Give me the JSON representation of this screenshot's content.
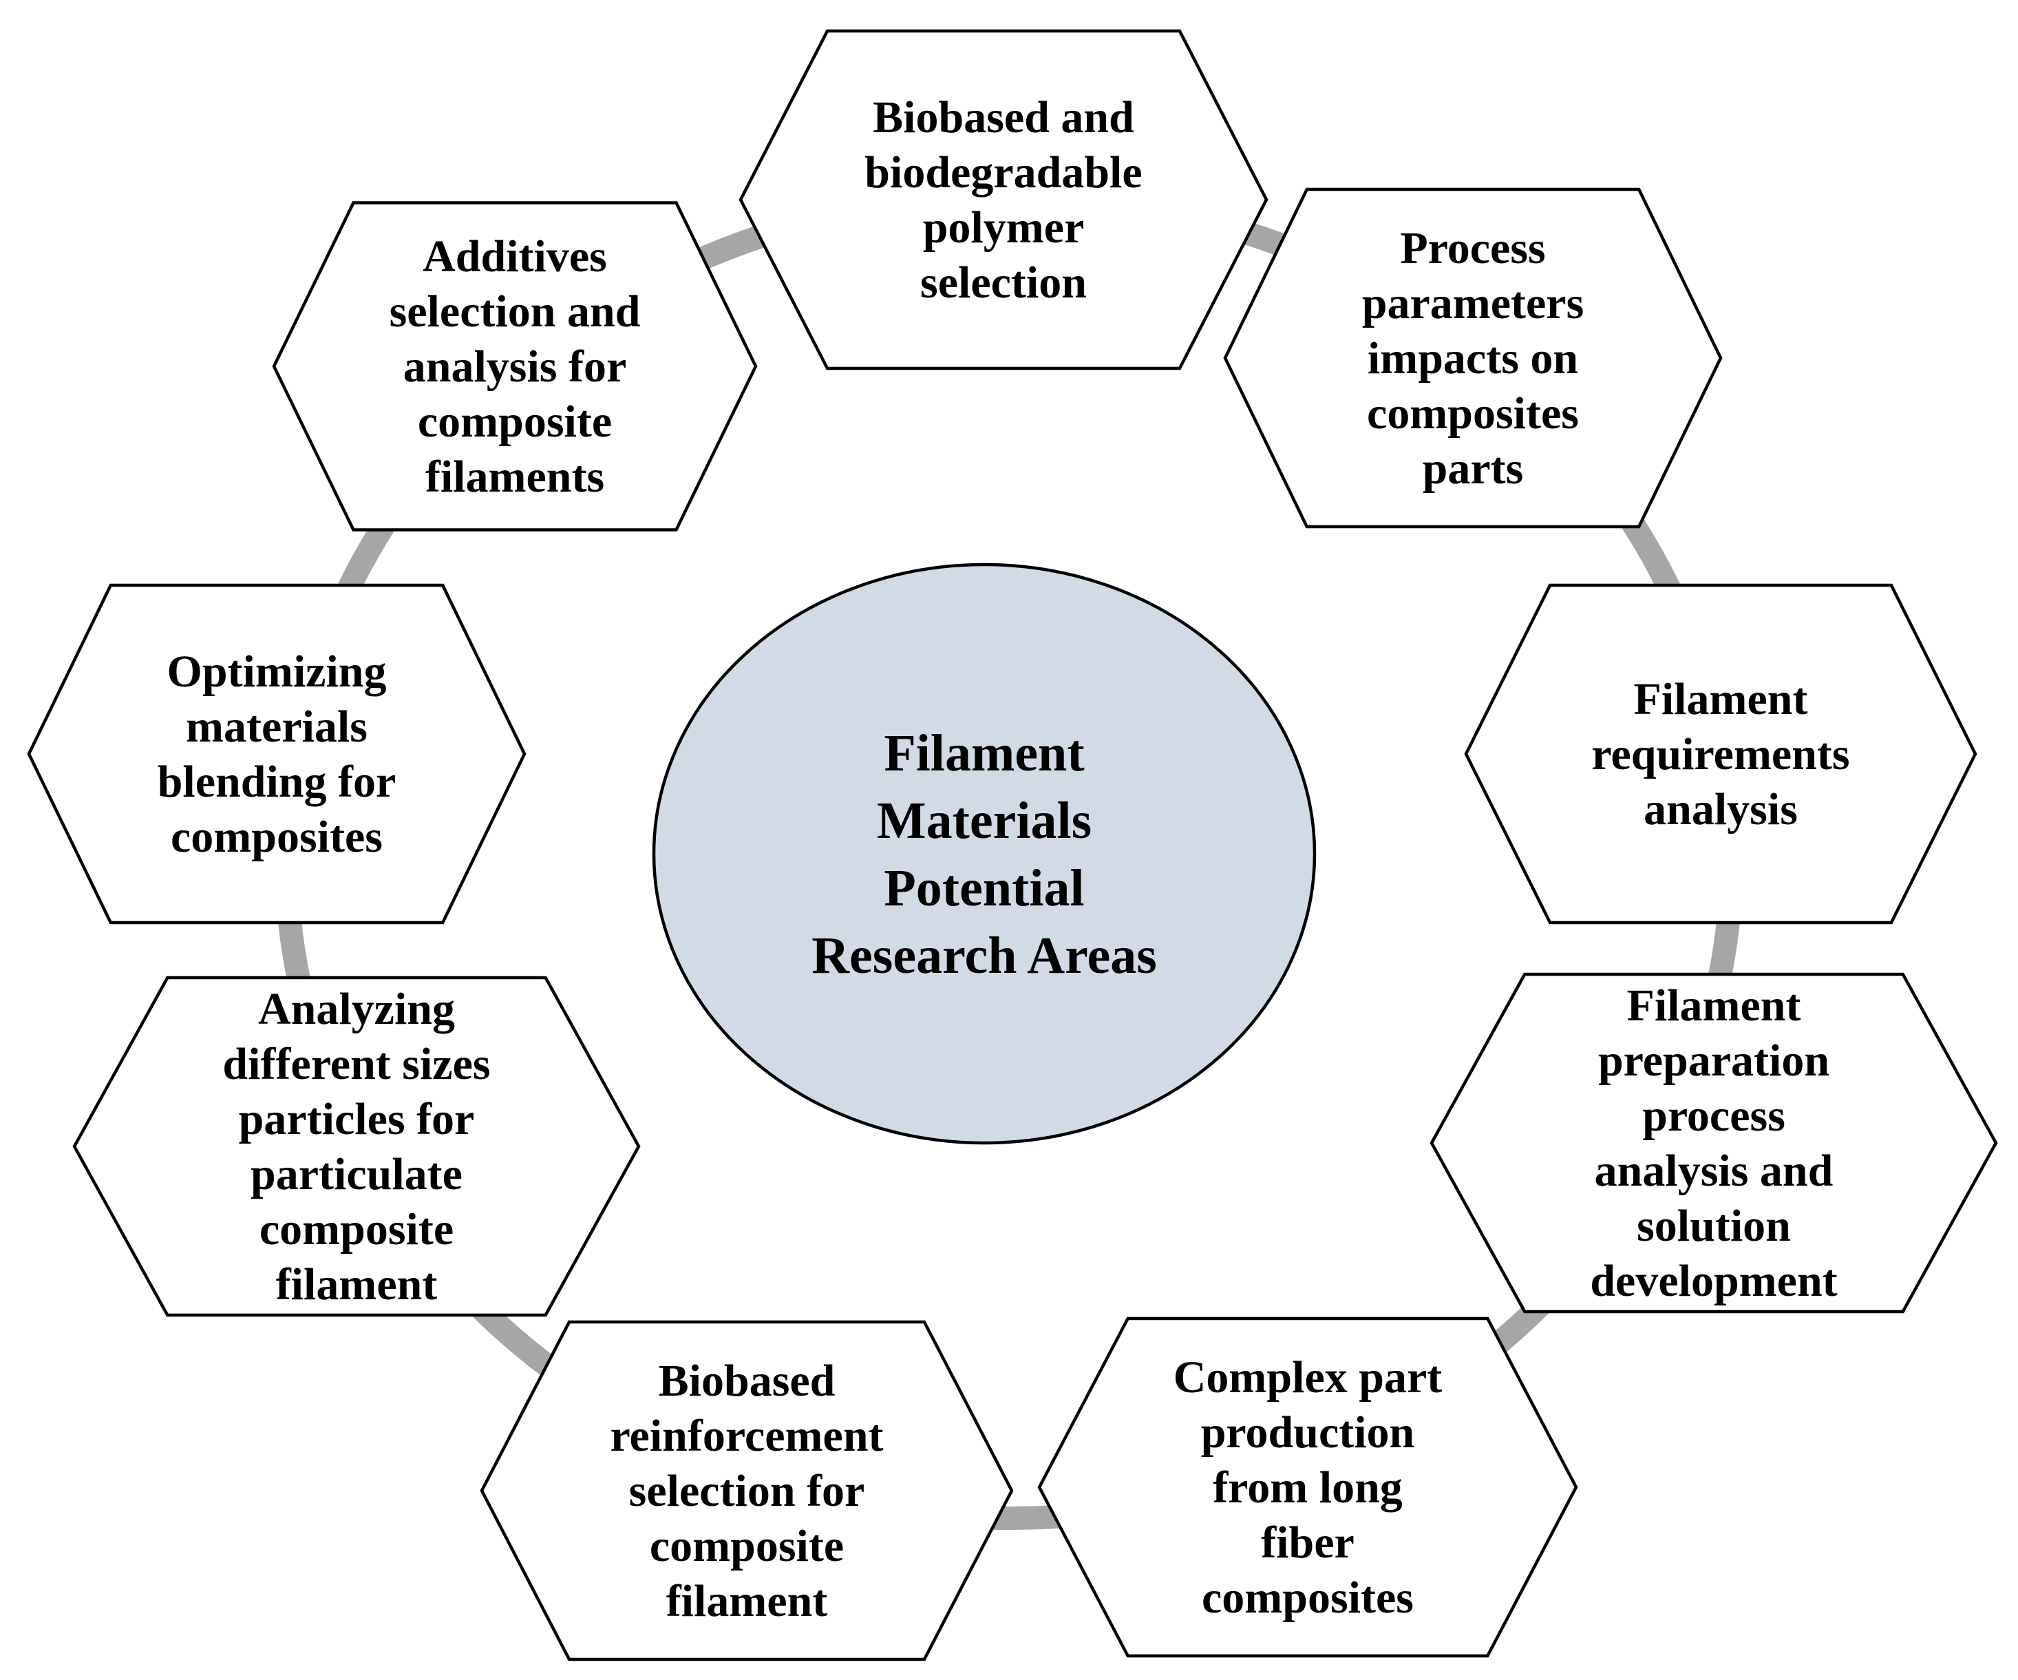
{
  "center": {
    "lines": [
      "Filament",
      "Materials",
      "Potential",
      "Research Areas"
    ],
    "fill": "#d2dbe5"
  },
  "connector_color": "#a6a6a6",
  "nodes": [
    {
      "id": "biobased-polymer-selection",
      "lines": [
        "Biobased and",
        "biodegradable",
        "polymer",
        "selection"
      ]
    },
    {
      "id": "process-parameters-impacts",
      "lines": [
        "Process",
        "parameters",
        "impacts on",
        "composites",
        "parts"
      ]
    },
    {
      "id": "filament-requirements-analysis",
      "lines": [
        "Filament",
        "requirements",
        "analysis"
      ]
    },
    {
      "id": "filament-preparation-process",
      "lines": [
        "Filament",
        "preparation",
        "process",
        "analysis and",
        "solution",
        "development"
      ]
    },
    {
      "id": "complex-part-production",
      "lines": [
        "Complex part",
        "production",
        "from long",
        "fiber",
        "composites"
      ]
    },
    {
      "id": "biobased-reinforcement-selection",
      "lines": [
        "Biobased",
        "reinforcement",
        "selection for",
        "composite",
        "filament"
      ]
    },
    {
      "id": "analyzing-particle-sizes",
      "lines": [
        "Analyzing",
        "different sizes",
        "particles for",
        "particulate",
        "composite",
        "filament"
      ]
    },
    {
      "id": "optimizing-materials-blending",
      "lines": [
        "Optimizing",
        "materials",
        "blending for",
        "composites"
      ]
    },
    {
      "id": "additives-selection-analysis",
      "lines": [
        "Additives",
        "selection and",
        "analysis for",
        "composite",
        "filaments"
      ]
    }
  ]
}
